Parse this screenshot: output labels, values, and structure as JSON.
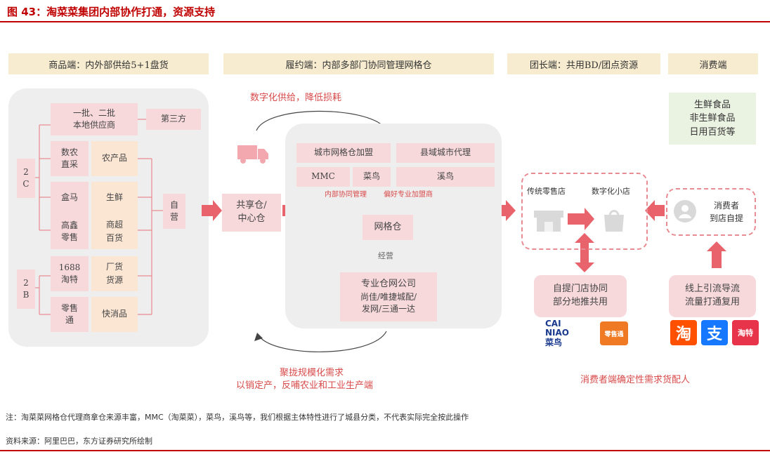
{
  "figure_title": "图 43：淘菜菜集团内部协作打通，资源支持",
  "headers": {
    "goods": "商品端：内外部供给5+1盘货",
    "fulfillment": "履约端：内部多部门协同管理网格仓",
    "leader": "团长端：共用BD/团点资源",
    "consumer": "消费端"
  },
  "left": {
    "label_2c": "2\nC",
    "label_2b": "2\nB",
    "first_batch": "一批、二批\n本地供应商",
    "third_party": "第三方",
    "sources": [
      {
        "name": "数农\n直采",
        "category": "农产品"
      },
      {
        "name": "盒马",
        "category": "生鲜"
      },
      {
        "name": "高鑫\n零售",
        "category": "商超\n百货"
      },
      {
        "name": "1688\n淘特",
        "category": "厂货\n货源"
      },
      {
        "name": "零售\n通",
        "category": "快消品"
      }
    ],
    "self_operated": "自\n营"
  },
  "center": {
    "top_note": "数字化供给，降低损耗",
    "hub": "共享仓/\n中心仓",
    "city_grid": "城市网格仓加盟",
    "county_agent": "县域城市代理",
    "mmc": "MMC",
    "cainiao": "菜鸟",
    "xiniao": "溪鸟",
    "internal_label": "内部协同管理",
    "preferred_label": "偏好专业加盟商",
    "grid_warehouse": "网格仓",
    "operate_label": "经营",
    "pro_company": "专业仓网公司",
    "pro_company_sub": "尚佳/唯捷城配/\n发网/三通一达",
    "bottom_note_line1": "聚拢规模化需求",
    "bottom_note_line2": "以销定产，反哺农业和工业生产端"
  },
  "leader_side": {
    "traditional_store": "传统零售店",
    "digital_store": "数字化小店",
    "pickup_box": "自提门店协同\n部分地推共用",
    "logos": [
      "CAI NIAO 菜鸟",
      "零售通"
    ],
    "bottom_note": "消费者端确定性需求货配人"
  },
  "consumer_side": {
    "goods_list": "生鲜食品\n非生鲜食品\n日用百货等",
    "pickup": "消费者\n到店自提",
    "traffic_box": "线上引流导流\n流量打通复用",
    "logos": [
      "淘",
      "支",
      "淘特"
    ]
  },
  "notes": {
    "note": "注：淘菜菜网格仓代理商拿仓来源丰富，MMC（淘菜菜），菜鸟，溪鸟等，我们根据主体特性进行了城县分类，不代表实际完全按此操作",
    "source": "资料来源：阿里巴巴，东方证券研究所绘制"
  },
  "colors": {
    "accent": "#c00000",
    "pink": "#f7d9dc",
    "arrow": "#e8636b",
    "beige": "#f7ecd0",
    "panel": "#efeeee"
  }
}
